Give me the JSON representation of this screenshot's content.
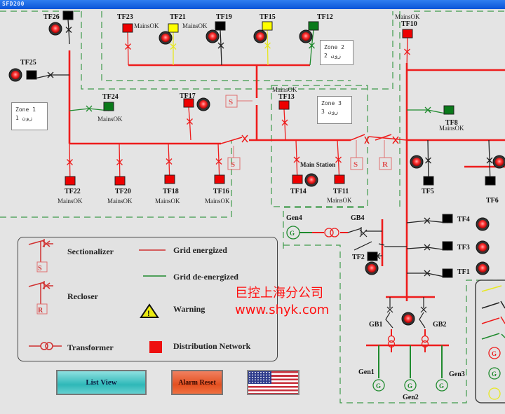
{
  "window": {
    "title": "SFD200"
  },
  "zones": [
    {
      "label": "Zone 1",
      "arabic": "زون 1"
    },
    {
      "label": "Zone 2",
      "arabic": "زون 2"
    },
    {
      "label": "Zone 3",
      "arabic": "زون 3"
    }
  ],
  "transformers": {
    "TF1": {
      "name": "TF1",
      "status": "",
      "color": "#000000"
    },
    "TF2": {
      "name": "TF2",
      "status": "",
      "color": "#000000"
    },
    "TF3": {
      "name": "TF3",
      "status": "",
      "color": "#000000"
    },
    "TF4": {
      "name": "TF4",
      "status": "",
      "color": "#000000"
    },
    "TF5": {
      "name": "TF5",
      "status": "",
      "color": "#000000"
    },
    "TF6": {
      "name": "TF6",
      "status": "",
      "color": "#000000"
    },
    "TF8": {
      "name": "TF8",
      "status": "MainsOK",
      "color": "#0a7a1a"
    },
    "TF10": {
      "name": "TF10",
      "status": "MainsOK",
      "color": "#ee0000"
    },
    "TF11": {
      "name": "TF11",
      "status": "MainsOK",
      "color": "#ee0000"
    },
    "TF12": {
      "name": "TF12",
      "status": "",
      "color": "#0a7a1a"
    },
    "TF13": {
      "name": "TF13",
      "status": "MainsOK",
      "color": "#ee0000"
    },
    "TF14": {
      "name": "TF14",
      "status": "",
      "color": "#ee0000"
    },
    "TF15": {
      "name": "TF15",
      "status": "",
      "color": "#ffff00"
    },
    "TF16": {
      "name": "TF16",
      "status": "MainsOK",
      "color": "#ee0000"
    },
    "TF17": {
      "name": "TF17",
      "status": "",
      "color": "#ee0000"
    },
    "TF18": {
      "name": "TF18",
      "status": "MainsOK",
      "color": "#ee0000"
    },
    "TF19": {
      "name": "TF19",
      "status": "",
      "color": "#000000"
    },
    "TF20": {
      "name": "TF20",
      "status": "MainsOK",
      "color": "#ee0000"
    },
    "TF21": {
      "name": "TF21",
      "status": "MainsOK",
      "color": "#ffff00"
    },
    "TF22": {
      "name": "TF22",
      "status": "MainsOK",
      "color": "#ee0000"
    },
    "TF23": {
      "name": "TF23",
      "status": "MainsOK",
      "color": "#ee0000"
    },
    "TF24": {
      "name": "TF24",
      "status": "MainsOK",
      "color": "#0a7a1a"
    },
    "TF25": {
      "name": "TF25",
      "status": "",
      "color": "#000000"
    },
    "TF26": {
      "name": "TF26",
      "status": "",
      "color": "#000000"
    }
  },
  "station": {
    "main": "Main Station"
  },
  "generators": {
    "gen1": "Gen1",
    "gen2": "Gen2",
    "gen3": "Gen3",
    "gen4": "Gen4",
    "symbol": "G"
  },
  "breakers": {
    "gb1": "GB1",
    "gb2": "GB2",
    "gb4": "GB4",
    "sectionalizer": "S",
    "recloser": "R"
  },
  "legend": {
    "sectionalizer": "Sectionalizer",
    "recloser": "Recloser",
    "transformer": "Transformer",
    "grid_energized": "Grid energized",
    "grid_deenergized": "Grid de-energized",
    "warning": "Warning",
    "distribution_network": "Distribution Network",
    "s_symbol": "S",
    "r_symbol": "R"
  },
  "colors": {
    "energized": "#ee1c1c",
    "deenergized": "#1f8a2e",
    "zone_border": "#3f9a4a",
    "alarm": "#ff3030"
  },
  "watermark": {
    "line1": "巨控上海分公司",
    "line2": "www.shyk.com"
  },
  "buttons": {
    "list_view": "List View",
    "alarm_reset": "Alarm Reset",
    "language": "US flag"
  }
}
